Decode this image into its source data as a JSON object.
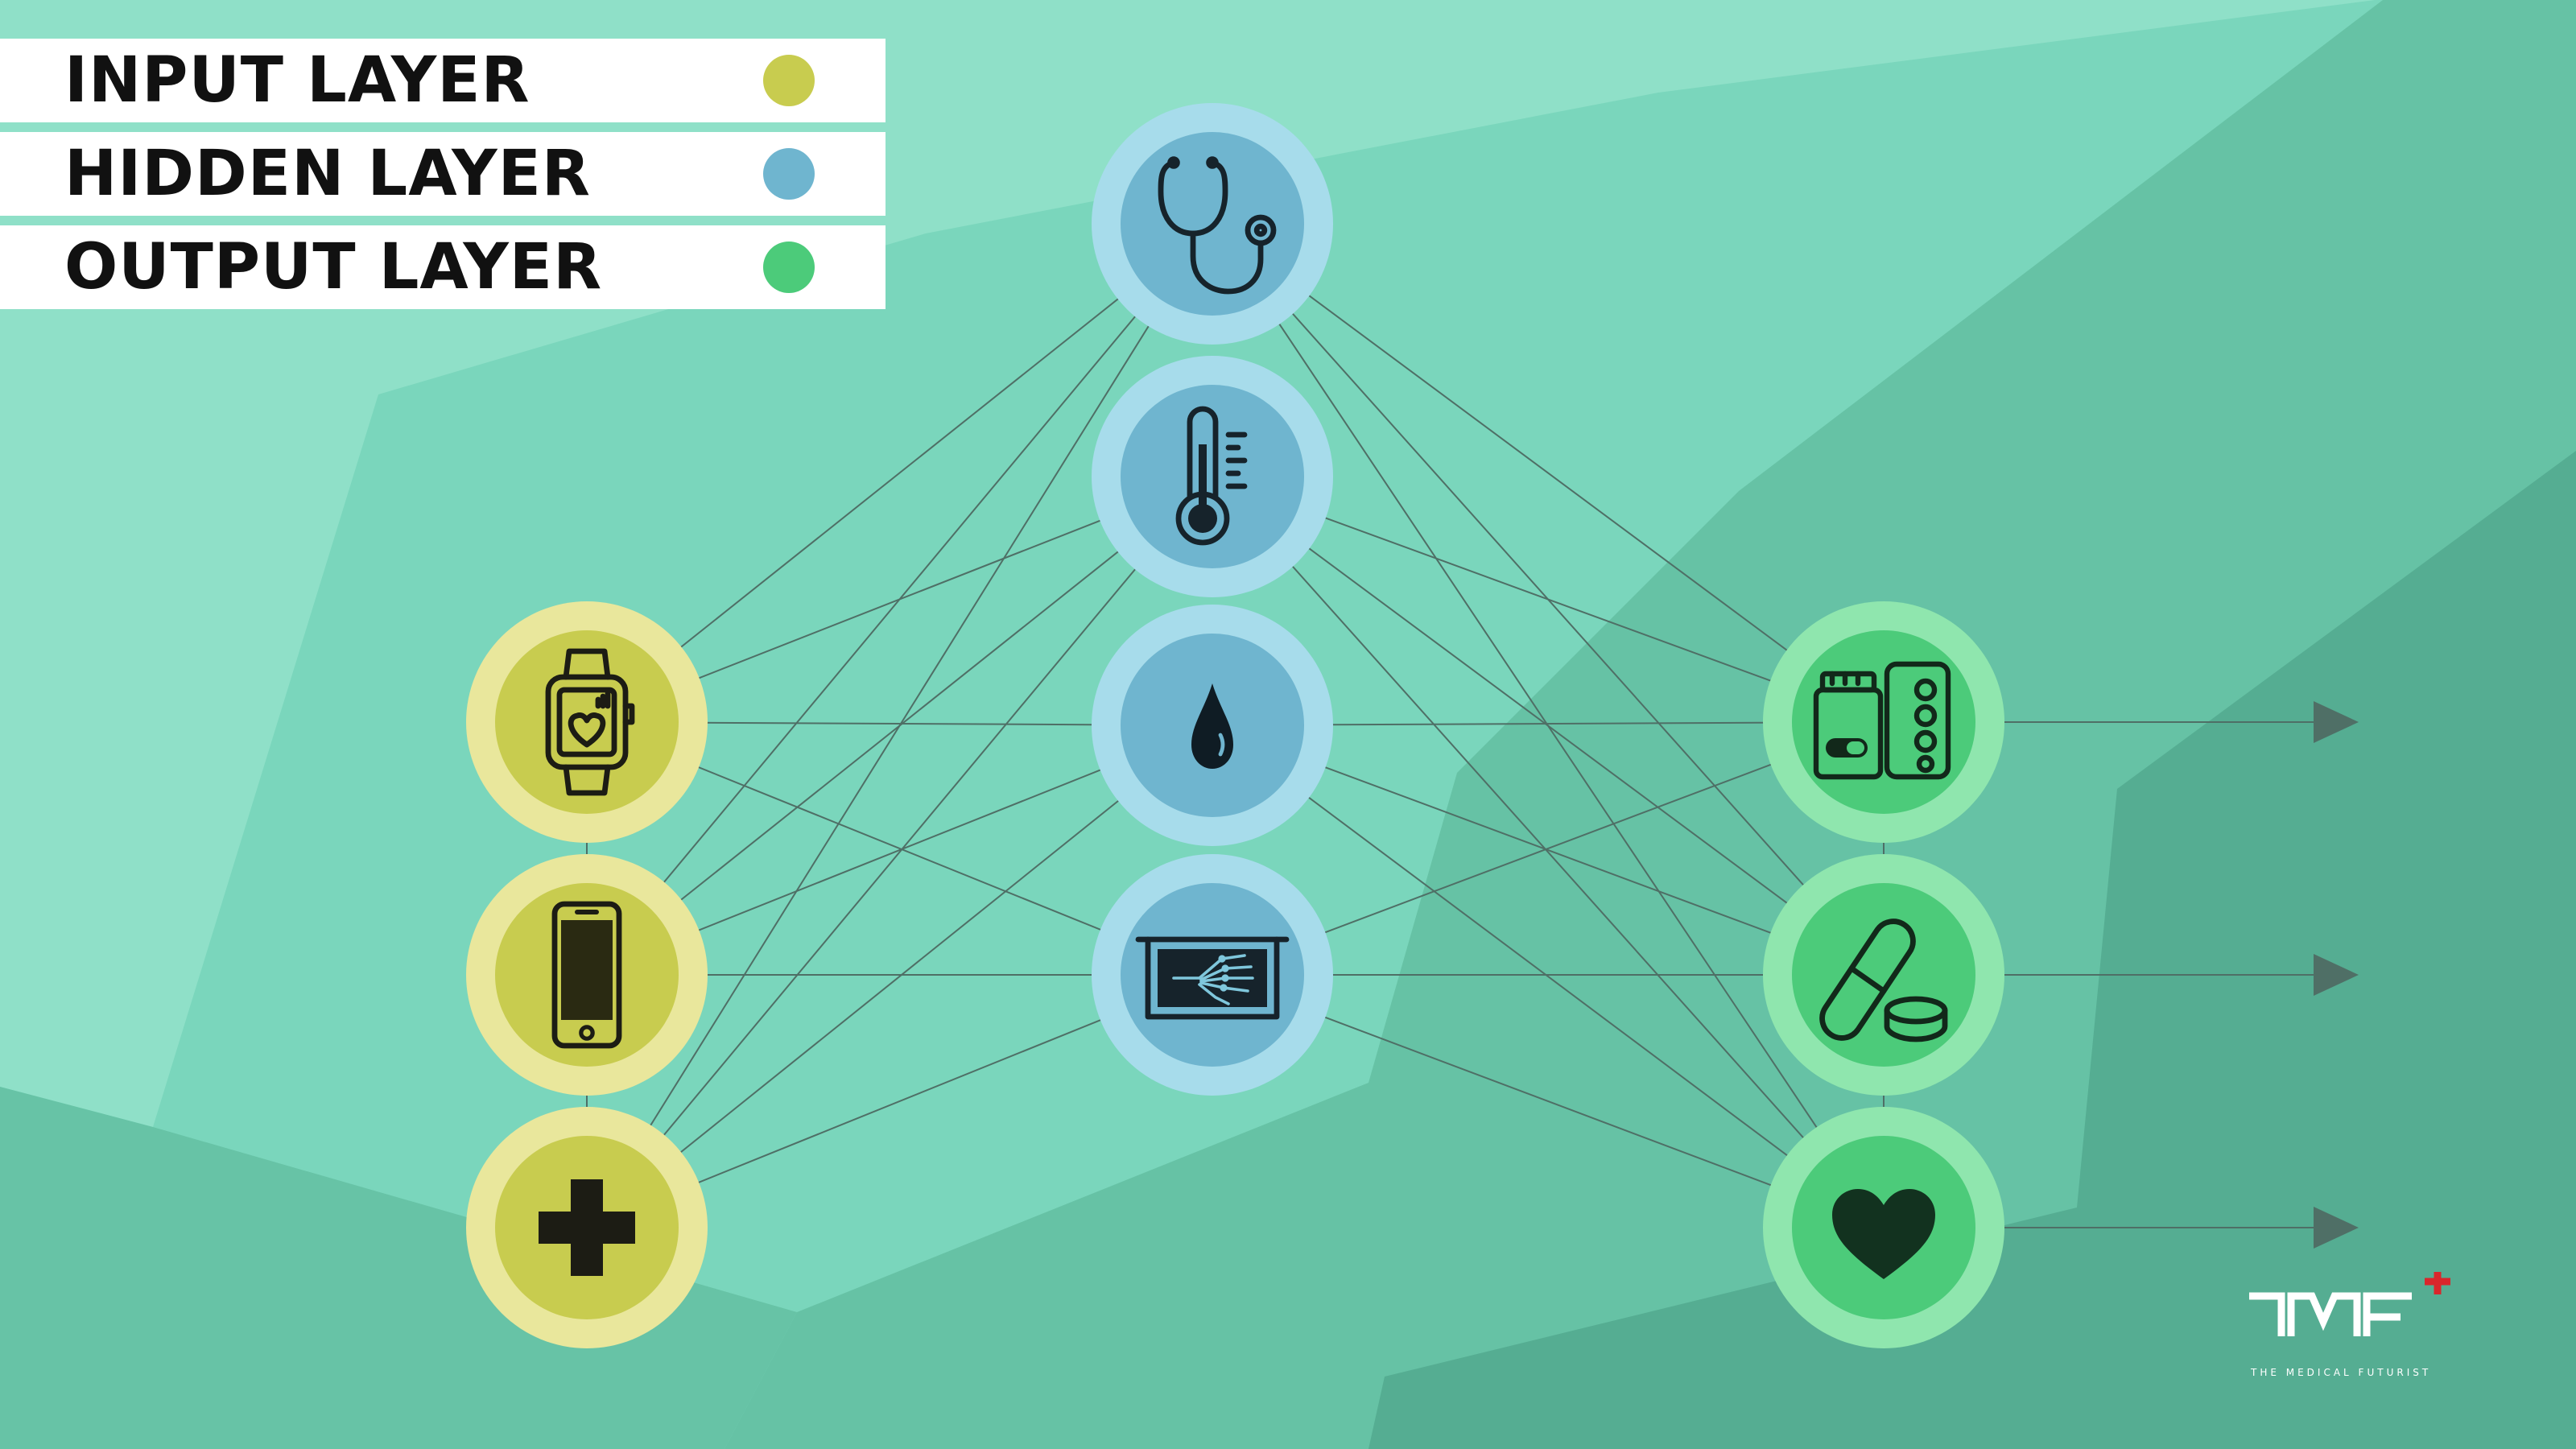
{
  "legend": [
    {
      "label": "INPUT LAYER",
      "color": "#c8cc4f"
    },
    {
      "label": "HIDDEN LAYER",
      "color": "#6fb5cf"
    },
    {
      "label": "OUTPUT LAYER",
      "color": "#4ccb7a"
    }
  ],
  "layers": {
    "input": [
      {
        "icon": "smartwatch-heart-icon"
      },
      {
        "icon": "smartphone-icon"
      },
      {
        "icon": "medical-cross-icon"
      }
    ],
    "hidden": [
      {
        "icon": "stethoscope-icon"
      },
      {
        "icon": "thermometer-icon"
      },
      {
        "icon": "blood-drop-icon"
      },
      {
        "icon": "xray-hand-icon"
      }
    ],
    "output": [
      {
        "icon": "medicine-bottle-pills-icon"
      },
      {
        "icon": "capsule-pill-icon"
      },
      {
        "icon": "heart-icon"
      }
    ]
  },
  "logo": {
    "text": "TMF",
    "tagline": "THE MEDICAL FUTURIST",
    "accent": "#d9262b"
  }
}
